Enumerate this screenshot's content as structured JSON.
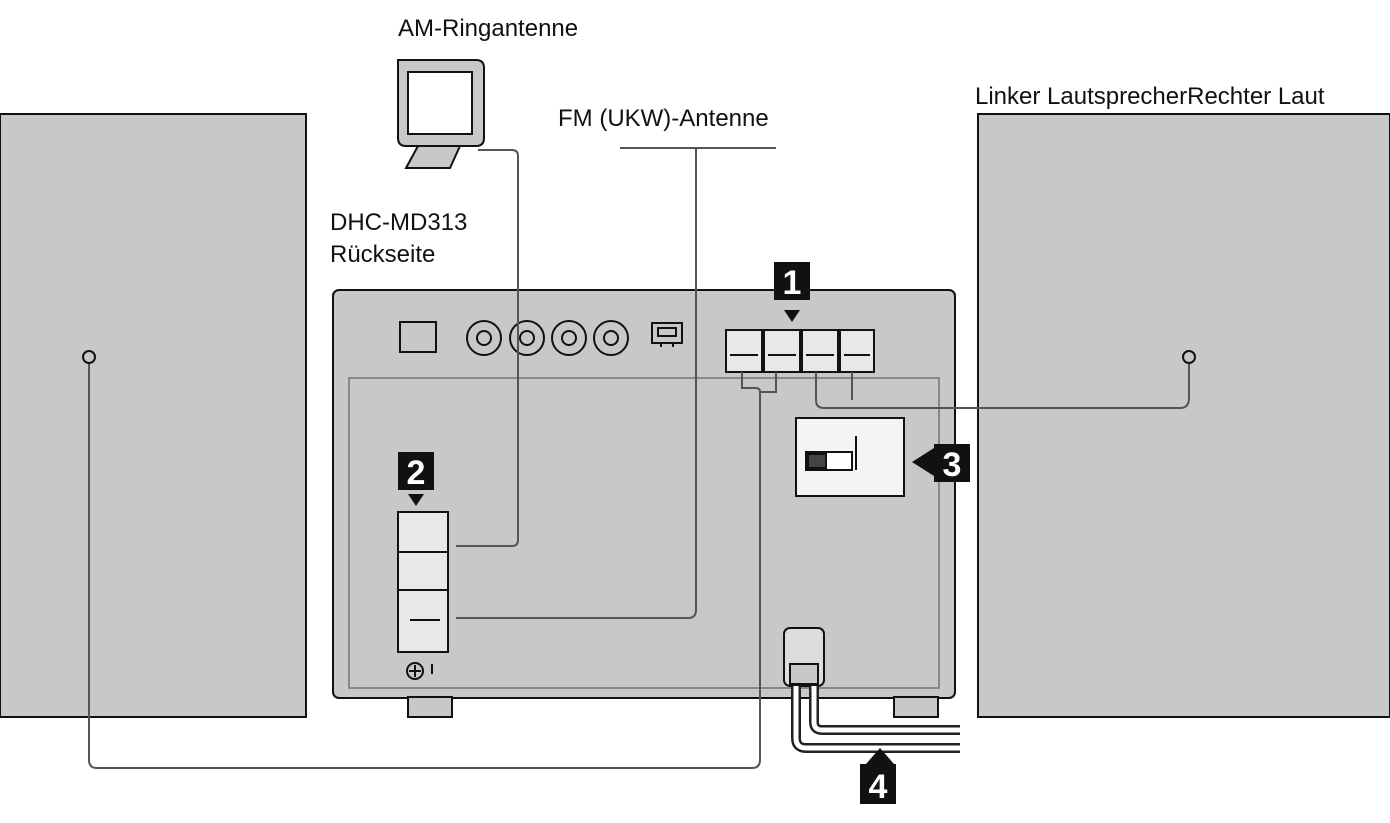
{
  "labels": {
    "am_antenna": "AM-Ringantenne",
    "fm_antenna": "FM (UKW)-Antenne",
    "speakers": "Linker LautsprecherRechter Laut",
    "model": "DHC-MD313",
    "back_side": "Rückseite"
  },
  "callouts": [
    "1",
    "2",
    "3",
    "4"
  ],
  "colors": {
    "panel_fill": "#c8c8c8",
    "outline": "#111111",
    "cable": "#555555",
    "callout_bg": "#111111"
  }
}
